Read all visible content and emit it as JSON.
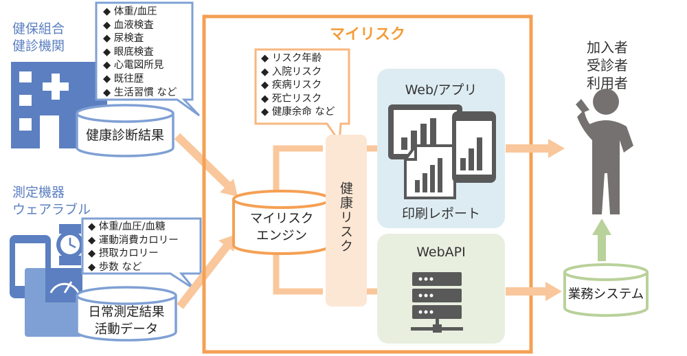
{
  "left": {
    "health_org_lines": [
      "健保組合",
      "健診機関"
    ],
    "checkup_items": [
      "◆ 体重/血圧",
      "◆ 血液検査",
      "◆ 尿検査",
      "◆ 眼底検査",
      "◆ 心電図所見",
      "◆ 既往歴",
      "◆ 生活習慣 など"
    ],
    "checkup_db_label": "健康診断結果",
    "device_lines": [
      "測定機器",
      "ウェアラブル"
    ],
    "daily_items": [
      "◆ 体重/血圧/血糖",
      "◆ 運動消費カロリー",
      "◆ 摂取カロリー",
      "◆ 歩数 など"
    ],
    "daily_db_lines": [
      "日常測定結果",
      "活動データ"
    ]
  },
  "center": {
    "title": "マイリスク",
    "risk_items": [
      "◆ リスク年齢",
      "◆ 入院リスク",
      "◆ 疾病リスク",
      "◆ 死亡リスク",
      "◆ 健康余命 など"
    ],
    "engine_lines": [
      "マイリスク",
      "エンジン"
    ],
    "health_risk_label": "健康リスク",
    "web_app_title": "Web/アプリ",
    "print_report_label": "印刷レポート",
    "webapi_title": "WebAPI"
  },
  "right": {
    "user_lines": [
      "加入者",
      "受診者",
      "利用者"
    ],
    "business_system_label": "業務システム"
  },
  "colors": {
    "orange_frame": "#f5a054",
    "orange_text": "#f39c38",
    "arrow_orange": "#f9c79b",
    "health_risk_fill": "#fce6d4",
    "web_panel": "#ddecf2",
    "api_panel": "#e9efdf",
    "blue": "#5b7fc0",
    "light_blue": "#7fa0d4",
    "green": "#b9d19a",
    "gray_dark": "#595959",
    "gray_person": "#767171"
  }
}
